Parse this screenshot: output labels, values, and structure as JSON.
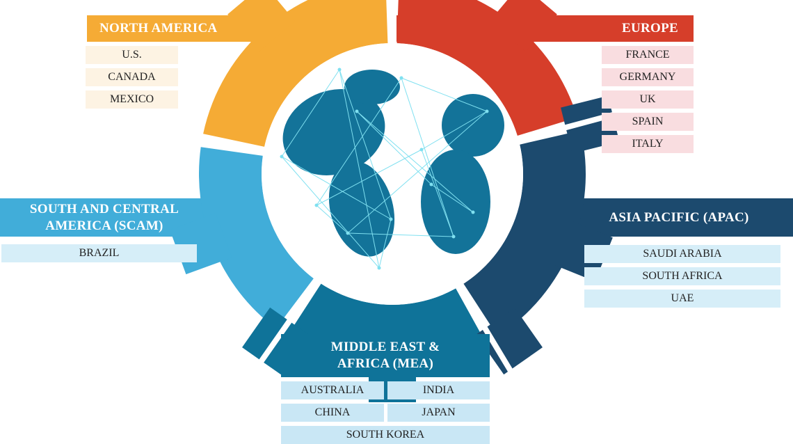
{
  "colors": {
    "north_america": "#F5AB35",
    "europe": "#D63E2A",
    "apac": "#1C4A6E",
    "mea": "#0F7399",
    "scam": "#41ADD9",
    "globe": "#137399",
    "network": "#7FE0F0"
  },
  "regions": {
    "north_america": {
      "title": "NORTH AMERICA",
      "countries": [
        "U.S.",
        "CANADA",
        "MEXICO"
      ]
    },
    "europe": {
      "title": "EUROPE",
      "countries": [
        "FRANCE",
        "GERMANY",
        "UK",
        "SPAIN",
        "ITALY"
      ]
    },
    "apac": {
      "title": "ASIA PACIFIC (APAC)",
      "countries": [
        "SAUDI ARABIA",
        "SOUTH AFRICA",
        "UAE"
      ]
    },
    "scam": {
      "title_line1": "SOUTH AND CENTRAL",
      "title_line2": "AMERICA (SCAM)",
      "countries": [
        "BRAZIL"
      ]
    },
    "mea": {
      "title_line1": "MIDDLE EAST &",
      "title_line2": "AFRICA (MEA)",
      "countries": [
        "AUSTRALIA",
        "INDIA",
        "CHINA",
        "JAPAN",
        "SOUTH KOREA"
      ]
    }
  }
}
